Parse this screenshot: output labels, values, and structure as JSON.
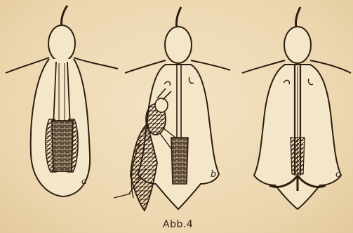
{
  "figure": {
    "caption": "Abb.4",
    "panels": [
      {
        "label": "a"
      },
      {
        "label": "b"
      },
      {
        "label": "c"
      }
    ]
  },
  "colors": {
    "paper": "#efdcb8",
    "ink": "#2c1d10"
  }
}
